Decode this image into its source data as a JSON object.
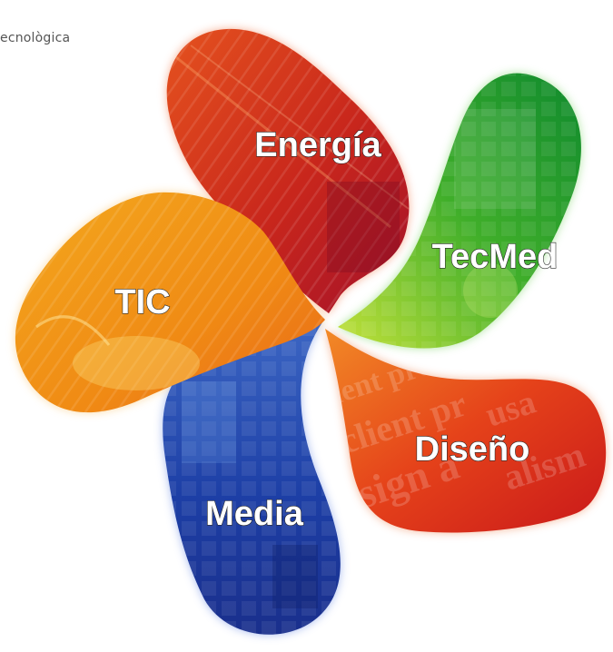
{
  "header": {
    "text": "ecnològica"
  },
  "petals": [
    {
      "id": "energia",
      "label": "Energía",
      "color_main": "#c8261c",
      "color_light": "#f07a2a",
      "glow": "#f6a88a"
    },
    {
      "id": "tecmed",
      "label": "TecMed",
      "color_main": "#1f9a2a",
      "color_light": "#b8df34",
      "glow": "#a9e39a"
    },
    {
      "id": "diseno",
      "label": "Diseño",
      "color_main": "#e23a14",
      "color_light": "#f7a024",
      "glow": "#f4b090"
    },
    {
      "id": "media",
      "label": "Media",
      "color_main": "#1a3fa8",
      "color_light": "#5a9ee6",
      "glow": "#9fb4ee"
    },
    {
      "id": "tic",
      "label": "TIC",
      "color_main": "#f19212",
      "color_light": "#fcd34a",
      "glow": "#fbd9a0"
    }
  ]
}
